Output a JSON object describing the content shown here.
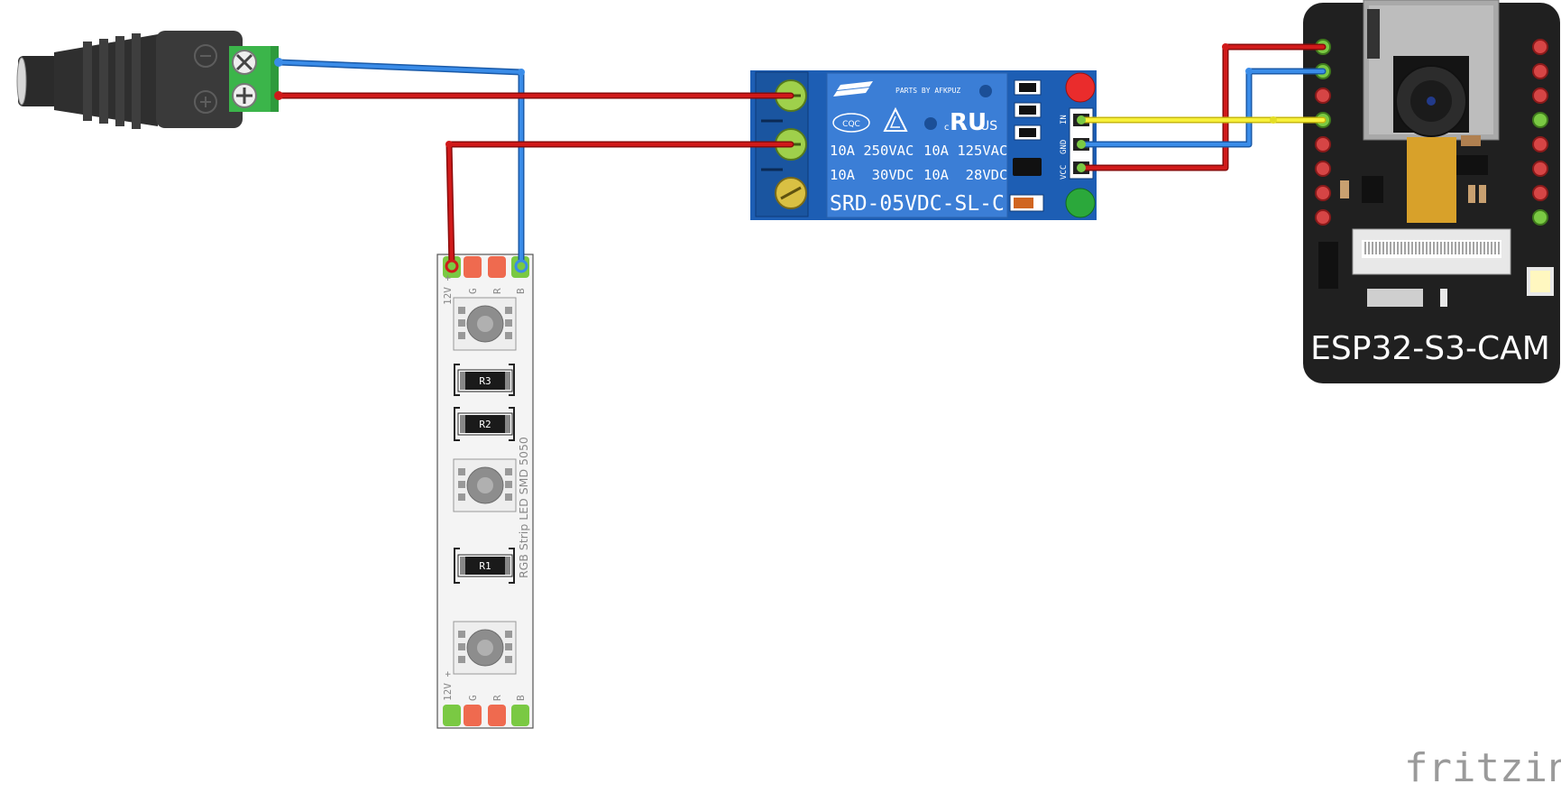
{
  "relay": {
    "brand": "PARTS BY AFKPUZ",
    "cert_cqc": "CQC",
    "cert_c": "c",
    "cert_ul": "RU",
    "cert_us": "US",
    "rating_1a": "10A 250VAC",
    "rating_1b": "10A 125VAC",
    "rating_2a": "10A  30VDC",
    "rating_2b": "10A  28VDC",
    "model": "SRD-05VDC-SL-C",
    "pin_vcc": "VCC",
    "pin_gnd": "GND",
    "pin_in": "IN"
  },
  "strip": {
    "title": "RGB Strip LED SMD 5050",
    "pins": [
      "12V +",
      "G",
      "R",
      "B"
    ],
    "resistors": [
      "R3",
      "R2",
      "R1"
    ]
  },
  "esp32": {
    "label": "ESP32-S3-CAM"
  },
  "power_jack": {
    "minus_symbol": "⊖",
    "plus_symbol": "⊕"
  },
  "watermark": "fritzing",
  "colors": {
    "wire_red": "#c00f0f",
    "wire_blue": "#2a78d6",
    "wire_yellow": "#f2ee22",
    "relay_blue": "#1e5fb3",
    "terminal_green": "#3aaa35"
  }
}
